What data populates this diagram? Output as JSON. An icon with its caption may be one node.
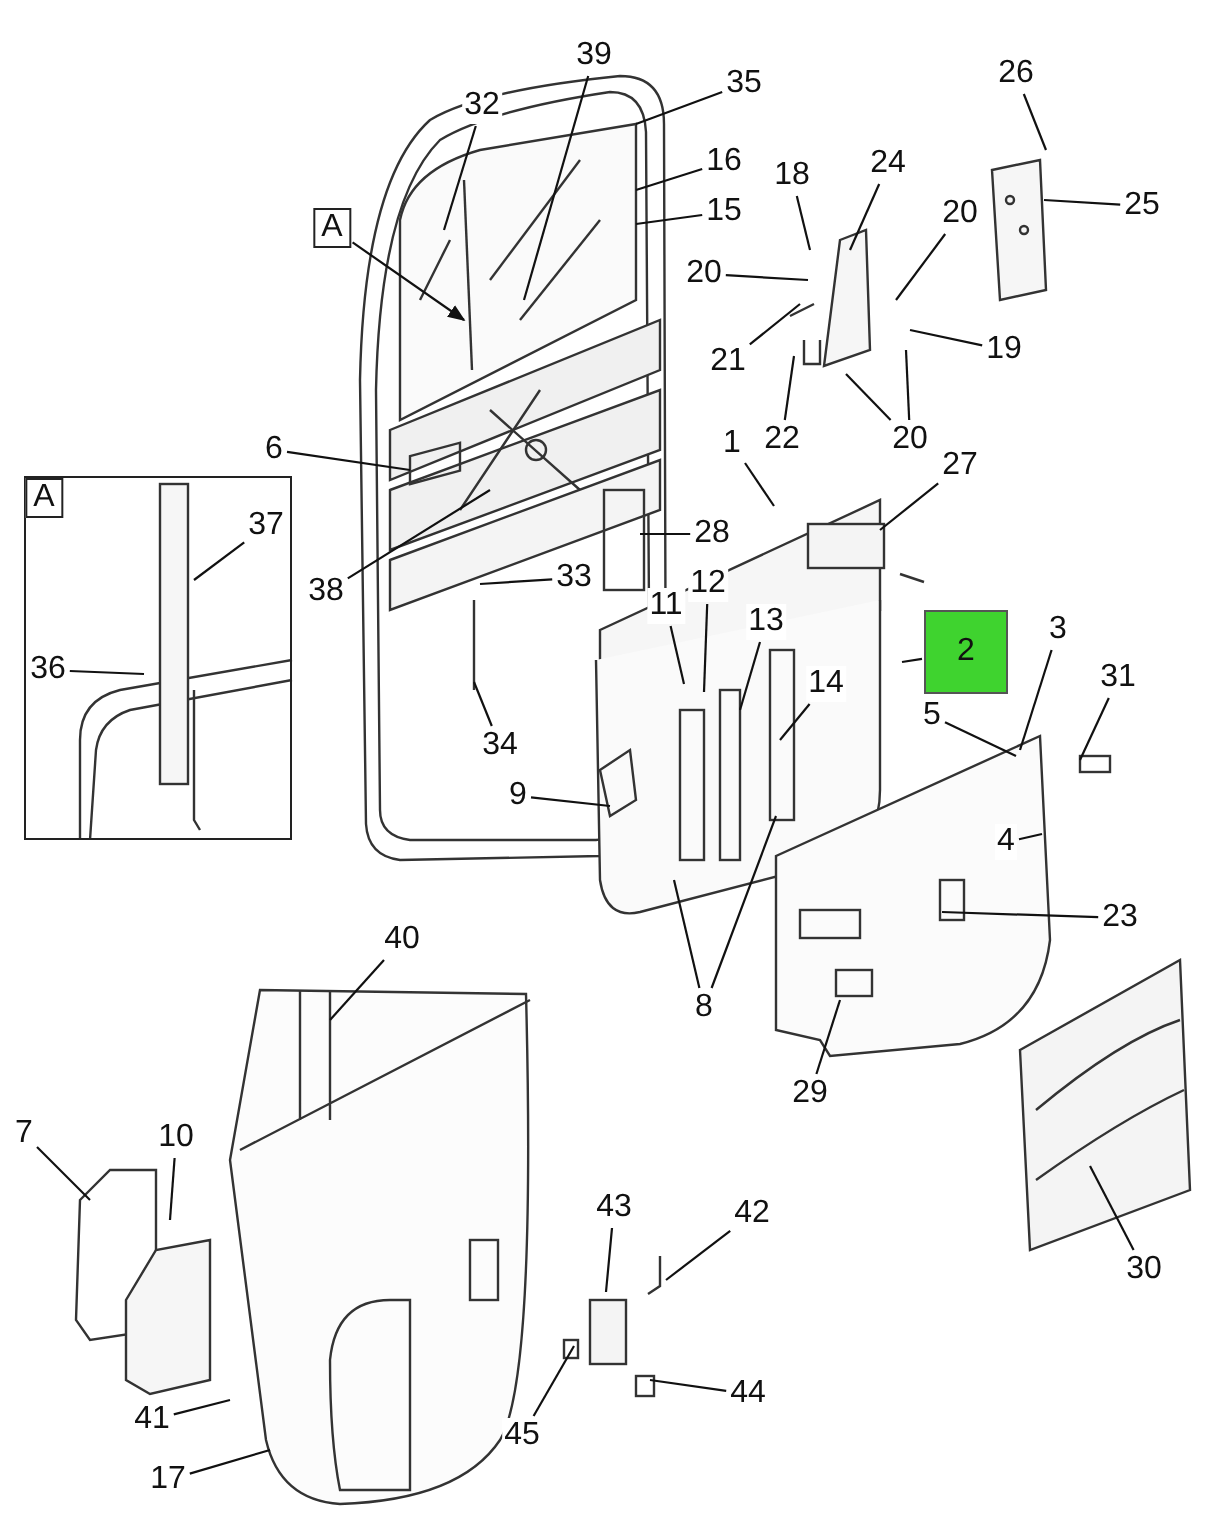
{
  "diagram": {
    "nodes": [
      {
        "text": [
          "26"
        ]
      },
      {
        "text": [
          "39"
        ]
      },
      {
        "text": [
          "35"
        ]
      },
      {
        "text": [
          "32"
        ]
      },
      {
        "text": [
          "16"
        ]
      },
      {
        "text": [
          "18"
        ]
      },
      {
        "text": [
          "24"
        ]
      },
      {
        "text": [
          "25"
        ]
      },
      {
        "text": [
          "20"
        ]
      },
      {
        "text": [
          "A"
        ]
      },
      {
        "text": [
          "15"
        ]
      },
      {
        "text": [
          "20"
        ]
      },
      {
        "text": [
          "21"
        ]
      },
      {
        "text": [
          "19"
        ]
      },
      {
        "text": [
          "6"
        ]
      },
      {
        "text": [
          "1"
        ]
      },
      {
        "text": [
          "22"
        ]
      },
      {
        "text": [
          "20"
        ]
      },
      {
        "text": [
          "27"
        ]
      },
      {
        "text": [],
        "shape": "box"
      },
      {
        "text": [
          "37"
        ],
        "in": 19
      },
      {
        "text": [
          "28"
        ]
      },
      {
        "text": [
          "33"
        ]
      },
      {
        "text": [
          "38"
        ]
      },
      {
        "text": [
          "11"
        ]
      },
      {
        "text": [
          "12"
        ]
      },
      {
        "text": [
          "13"
        ]
      },
      {
        "text": [
          "2"
        ]
      },
      {
        "text": [
          "3"
        ]
      },
      {
        "text": [
          "36"
        ],
        "in": 19
      },
      {
        "text": [
          "31"
        ]
      },
      {
        "text": [
          "14"
        ]
      },
      {
        "text": [
          "5"
        ]
      },
      {
        "text": [
          "34"
        ]
      },
      {
        "text": [
          "9"
        ]
      },
      {
        "text": [
          "4"
        ]
      },
      {
        "text": [
          "23"
        ]
      },
      {
        "text": [
          "40"
        ]
      },
      {
        "text": [
          "8"
        ]
      },
      {
        "text": [
          "29"
        ]
      },
      {
        "text": [
          "7"
        ]
      },
      {
        "text": [
          "10"
        ]
      },
      {
        "text": [
          "43"
        ]
      },
      {
        "text": [
          "42"
        ]
      },
      {
        "text": [
          "30"
        ]
      },
      {
        "text": [
          "44"
        ]
      },
      {
        "text": [
          "41"
        ]
      },
      {
        "text": [
          "45"
        ]
      },
      {
        "text": [
          "17"
        ]
      },
      {
        "text": [
          "A"
        ],
        "in": 19
      }
    ],
    "edges": [
      {
        "from": 0,
        "to": null,
        "arrow": "none"
      },
      {
        "from": 1,
        "to": null,
        "arrow": "none"
      },
      {
        "from": 2,
        "to": null,
        "arrow": "none"
      },
      {
        "from": 3,
        "to": null,
        "arrow": "none"
      },
      {
        "from": 4,
        "to": null,
        "arrow": "none"
      },
      {
        "from": 5,
        "to": null,
        "arrow": "none"
      },
      {
        "from": 6,
        "to": null,
        "arrow": "none"
      },
      {
        "from": 7,
        "to": null,
        "arrow": "none"
      },
      {
        "from": 8,
        "to": null,
        "arrow": "none"
      },
      {
        "from": 9,
        "to": null,
        "arrow": "to"
      },
      {
        "from": 10,
        "to": null,
        "arrow": "none"
      },
      {
        "from": 11,
        "to": null,
        "arrow": "none"
      },
      {
        "from": 12,
        "to": null,
        "arrow": "none"
      },
      {
        "from": 13,
        "to": null,
        "arrow": "none"
      },
      {
        "from": 14,
        "to": null,
        "arrow": "none"
      },
      {
        "from": 15,
        "to": null,
        "arrow": "none"
      },
      {
        "from": 16,
        "to": null,
        "arrow": "none"
      },
      {
        "from": 17,
        "to": null,
        "arrow": "none"
      },
      {
        "from": 17,
        "to": null,
        "arrow": "none"
      },
      {
        "from": 18,
        "to": null,
        "arrow": "none"
      },
      {
        "from": 20,
        "to": null,
        "arrow": "none"
      },
      {
        "from": 21,
        "to": null,
        "arrow": "none"
      },
      {
        "from": 22,
        "to": null,
        "arrow": "none"
      },
      {
        "from": 23,
        "to": null,
        "arrow": "none"
      },
      {
        "from": 24,
        "to": null,
        "arrow": "none"
      },
      {
        "from": 25,
        "to": null,
        "arrow": "none"
      },
      {
        "from": 26,
        "to": null,
        "arrow": "none"
      },
      {
        "from": 27,
        "to": null,
        "arrow": "none"
      },
      {
        "from": 28,
        "to": null,
        "arrow": "none"
      },
      {
        "from": 29,
        "to": null,
        "arrow": "none"
      },
      {
        "from": 30,
        "to": null,
        "arrow": "none"
      },
      {
        "from": 31,
        "to": null,
        "arrow": "none"
      },
      {
        "from": 32,
        "to": null,
        "arrow": "none"
      },
      {
        "from": 33,
        "to": null,
        "arrow": "none"
      },
      {
        "from": 34,
        "to": null,
        "arrow": "none"
      },
      {
        "from": 35,
        "to": null,
        "arrow": "none"
      },
      {
        "from": 36,
        "to": null,
        "arrow": "none"
      },
      {
        "from": 37,
        "to": null,
        "arrow": "none"
      },
      {
        "from": 38,
        "to": null,
        "arrow": "none"
      },
      {
        "from": 38,
        "to": null,
        "arrow": "none"
      },
      {
        "from": 39,
        "to": null,
        "arrow": "none"
      },
      {
        "from": 40,
        "to": null,
        "arrow": "none"
      },
      {
        "from": 41,
        "to": null,
        "arrow": "none"
      },
      {
        "from": 42,
        "to": null,
        "arrow": "none"
      },
      {
        "from": 43,
        "to": null,
        "arrow": "none"
      },
      {
        "from": 44,
        "to": null,
        "arrow": "none"
      },
      {
        "from": 45,
        "to": null,
        "arrow": "none"
      },
      {
        "from": 46,
        "to": null,
        "arrow": "none"
      },
      {
        "from": 47,
        "to": null,
        "arrow": "none"
      },
      {
        "from": 48,
        "to": null,
        "arrow": "none"
      }
    ]
  }
}
